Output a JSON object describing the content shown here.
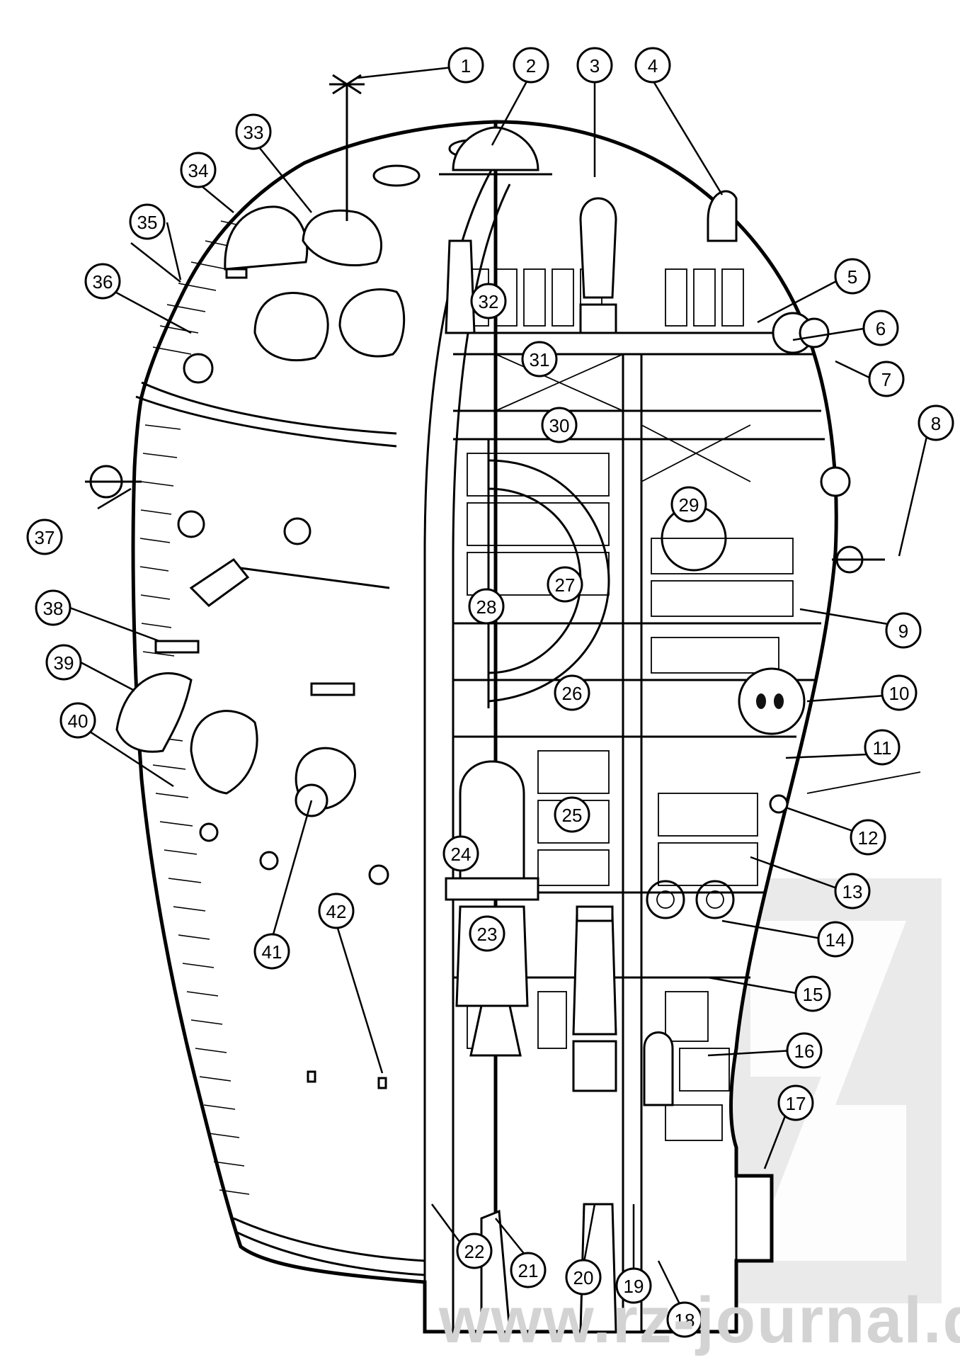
{
  "figure": {
    "callouts": [
      {
        "number": "1"
      },
      {
        "number": "2"
      },
      {
        "number": "3"
      },
      {
        "number": "4"
      },
      {
        "number": "5"
      },
      {
        "number": "6"
      },
      {
        "number": "7"
      },
      {
        "number": "8"
      },
      {
        "number": "9"
      },
      {
        "number": "10"
      },
      {
        "number": "11"
      },
      {
        "number": "12"
      },
      {
        "number": "13"
      },
      {
        "number": "14"
      },
      {
        "number": "15"
      },
      {
        "number": "16"
      },
      {
        "number": "17"
      },
      {
        "number": "18"
      },
      {
        "number": "19"
      },
      {
        "number": "20"
      },
      {
        "number": "21"
      },
      {
        "number": "22"
      },
      {
        "number": "23"
      },
      {
        "number": "24"
      },
      {
        "number": "25"
      },
      {
        "number": "26"
      },
      {
        "number": "27"
      },
      {
        "number": "28"
      },
      {
        "number": "29"
      },
      {
        "number": "30"
      },
      {
        "number": "31"
      },
      {
        "number": "32"
      },
      {
        "number": "33"
      },
      {
        "number": "34"
      },
      {
        "number": "35"
      },
      {
        "number": "36"
      },
      {
        "number": "37"
      },
      {
        "number": "38"
      },
      {
        "number": "39"
      },
      {
        "number": "40"
      },
      {
        "number": "41"
      },
      {
        "number": "42"
      }
    ],
    "line_color": "#000000",
    "background_color": "#ffffff"
  },
  "watermark": {
    "url_text": "www.rz-journal.de",
    "color": "#d3d3d3"
  }
}
